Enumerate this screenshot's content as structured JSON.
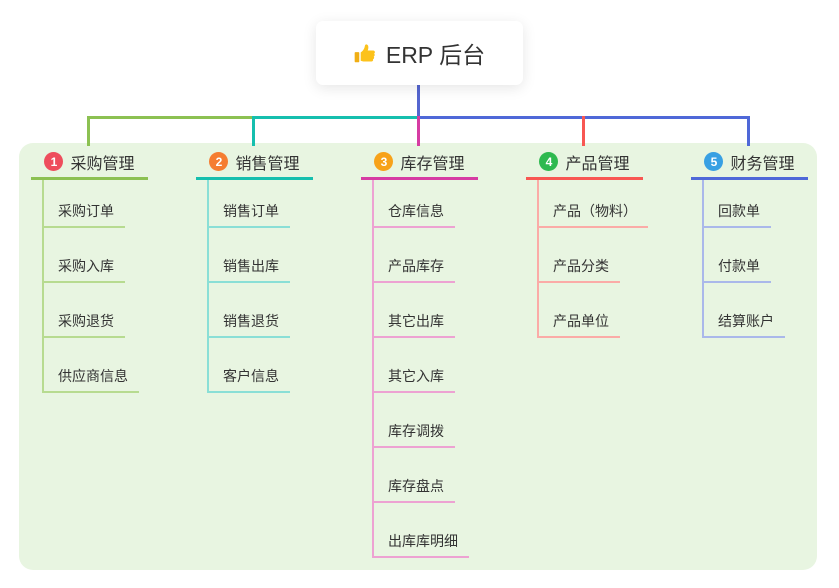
{
  "root": {
    "label": "ERP 后台",
    "icon": "thumbs-up-icon"
  },
  "canvas": {
    "background": "#ffffff",
    "panel_background": "#e8f5e1",
    "root_connector_color": "#5566d0",
    "text_color": "#333333"
  },
  "branches": [
    {
      "number": "1",
      "label": "采购管理",
      "badge_color": "#ee4d5c",
      "line_color": "#8cc152",
      "sub_line_color": "#b7db90",
      "items": [
        "采购订单",
        "采购入库",
        "采购退货",
        "供应商信息"
      ]
    },
    {
      "number": "2",
      "label": "销售管理",
      "badge_color": "#f57d31",
      "line_color": "#16bfae",
      "sub_line_color": "#8adfd6",
      "items": [
        "销售订单",
        "销售出库",
        "销售退货",
        "客户信息"
      ]
    },
    {
      "number": "3",
      "label": "库存管理",
      "badge_color": "#f7a219",
      "line_color": "#d63ca3",
      "sub_line_color": "#eda2d2",
      "items": [
        "仓库信息",
        "产品库存",
        "其它出库",
        "其它入库",
        "库存调拨",
        "库存盘点",
        "出库库明细"
      ]
    },
    {
      "number": "4",
      "label": "产品管理",
      "badge_color": "#2eb94f",
      "line_color": "#f85752",
      "sub_line_color": "#fbaba7",
      "items": [
        "产品（物料）",
        "产品分类",
        "产品单位"
      ]
    },
    {
      "number": "5",
      "label": "财务管理",
      "badge_color": "#38a0e3",
      "line_color": "#4f68d8",
      "sub_line_color": "#aab8ea",
      "items": [
        "回款单",
        "付款单",
        "结算账户"
      ]
    }
  ]
}
